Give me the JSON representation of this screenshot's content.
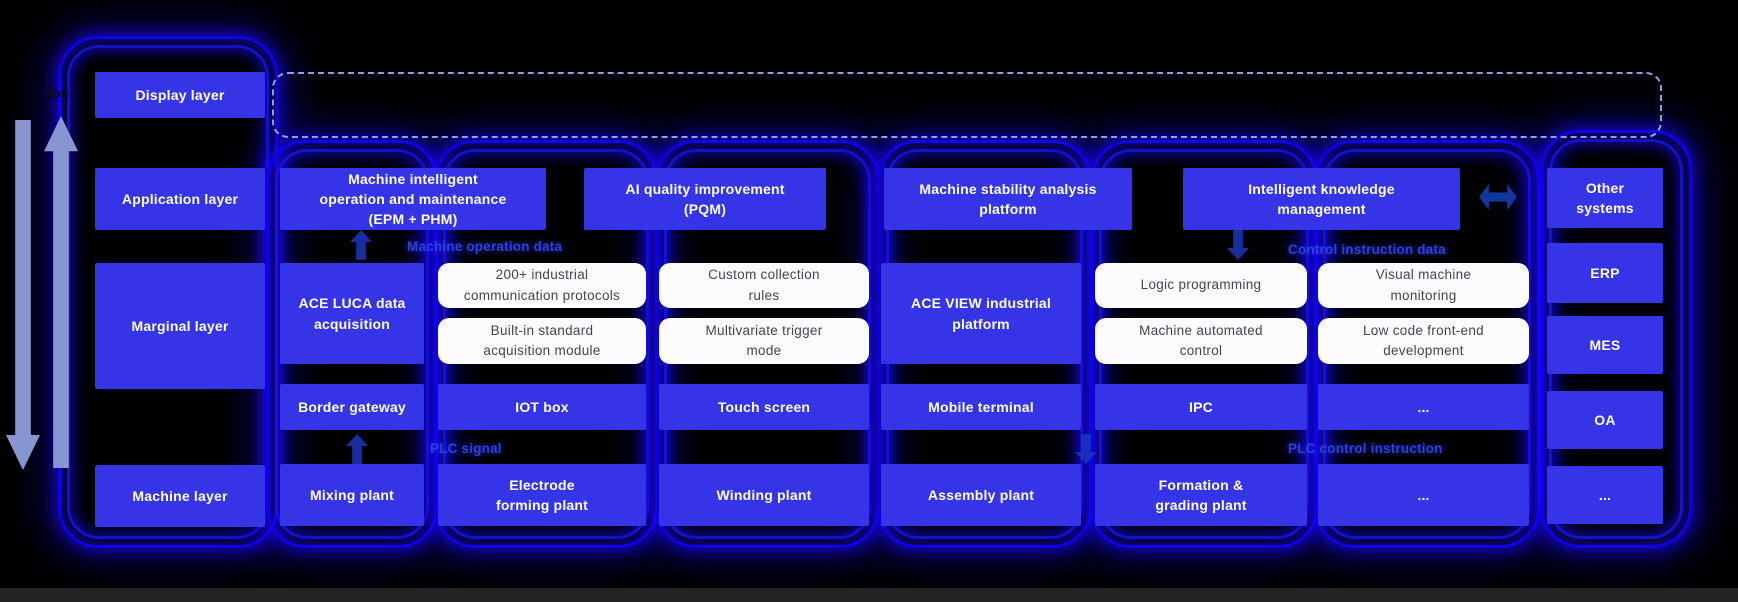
{
  "colors": {
    "background": "#000000",
    "box_blue": "#3634e7",
    "glow_blue": "#0d00ef",
    "white_box_bg": "#fcfcfe",
    "white_box_text": "#45454c",
    "flow_label_blue": "#2f3ede",
    "side_arrow_blue": "#8796d0",
    "dashed_border": "#8aa0ec"
  },
  "icons": {
    "up_arrow_icon": "⬆",
    "down_arrow_icon": "⬇",
    "flow_up_arrow_icon": "▲",
    "flow_down_arrow_icon": "▼",
    "bidirectional_arrow_icon": "⬌"
  },
  "partial_text_top_left": "tion",
  "layer_labels": [
    "Display layer",
    "Application layer",
    "Marginal layer",
    "Machine layer"
  ],
  "application_row": [
    "Machine intelligent\noperation and maintenance\n(EPM + PHM)",
    "AI quality improvement\n(PQM)",
    "Machine stability analysis\nplatform",
    "Intelligent knowledge\nmanagement"
  ],
  "marginal_row": {
    "ace_luca": "ACE LUCA data\nacquisition",
    "ace_view": "ACE VIEW industrial\nplatform",
    "capability_boxes": [
      [
        "200+ industrial\ncommunication protocols",
        "Built-in standard\nacquisition module"
      ],
      [
        "Custom collection\nrules",
        "Multivariate trigger\nmode"
      ],
      [
        "Logic programming",
        "Machine automated\ncontrol"
      ],
      [
        "Visual machine\nmonitoring",
        "Low code front-end\ndevelopment"
      ]
    ]
  },
  "device_row": [
    "Border gateway",
    "IOT box",
    "Touch screen",
    "Mobile terminal",
    "IPC",
    "..."
  ],
  "machine_row": [
    "Mixing plant",
    "Electrode\nforming plant",
    "Winding plant",
    "Assembly plant",
    "Formation &\ngrading plant",
    "..."
  ],
  "flow_labels": {
    "machine_operation_data": "Machine operation data",
    "control_instruction_data": "Control instruction data",
    "plc_signal": "PLC signal",
    "plc_control_instruction": "PLC control instruction"
  },
  "external_systems": [
    "Other\nsystems",
    "ERP",
    "MES",
    "OA",
    "..."
  ]
}
